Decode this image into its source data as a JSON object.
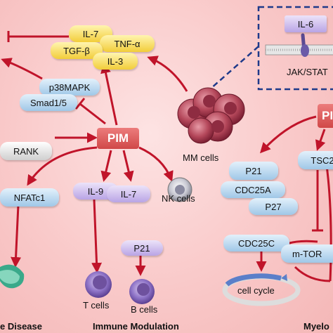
{
  "cytokines": {
    "il7": "IL-7",
    "tnfa": "TNF-α",
    "tgfb": "TGF-β",
    "il3": "IL-3"
  },
  "il6": "IL-6",
  "jak_stat": "JAK/STAT",
  "p38mapk": "p38MAPK",
  "smad": "Smad1/5",
  "pim_center": "PIM",
  "pim_right": "PI",
  "rank": "RANK",
  "nfatc1": "NFATc1",
  "il9": "IL-9",
  "il7_b": "IL-7",
  "p21_b": "P21",
  "nk_cells": "NK cells",
  "t_cells": "T cells",
  "b_cells": "B cells",
  "mm_cells": "MM cells",
  "p21": "P21",
  "cdc25a": "CDC25A",
  "p27": "P27",
  "cdc25c": "CDC25C",
  "cell_cycle": "cell cycle",
  "tsc2": "TSC2",
  "mtor": "m-TOR",
  "bone_disease": "e Disease",
  "immune_modulation": "Immune Modulation",
  "myeloma": "Myelo",
  "colors": {
    "arrow": "#c0142a",
    "pim": "#d9534f",
    "dashed_box": "#1f3a8a"
  }
}
